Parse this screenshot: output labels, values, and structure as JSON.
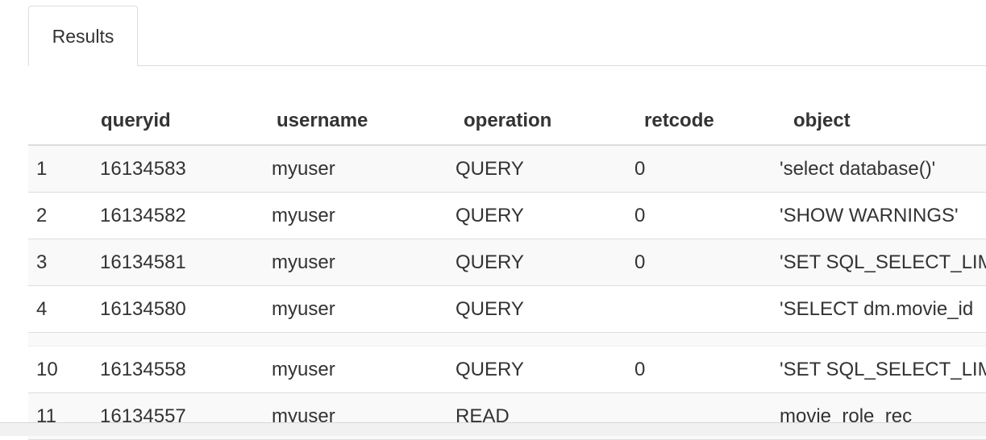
{
  "tabs": [
    {
      "label": "Results"
    }
  ],
  "table": {
    "columns": [
      "",
      "queryid",
      "username",
      "operation",
      "retcode",
      "object"
    ],
    "rows_top": [
      [
        "1",
        "16134583",
        "myuser",
        "QUERY",
        "0",
        "'select database()'"
      ],
      [
        "2",
        "16134582",
        "myuser",
        "QUERY",
        "0",
        "'SHOW WARNINGS'"
      ],
      [
        "3",
        "16134581",
        "myuser",
        "QUERY",
        "0",
        "'SET SQL_SELECT_LIMIT=DEFAULT'"
      ],
      [
        "4",
        "16134580",
        "myuser",
        "QUERY",
        "",
        "'SELECT dm.movie_id"
      ]
    ],
    "rows_bottom": [
      [
        "10",
        "16134558",
        "myuser",
        "QUERY",
        "0",
        "'SET SQL_SELECT_LIMIT=DEFAULT'"
      ],
      [
        "11",
        "16134557",
        "myuser",
        "READ",
        "",
        "movie_role_rec"
      ]
    ]
  }
}
